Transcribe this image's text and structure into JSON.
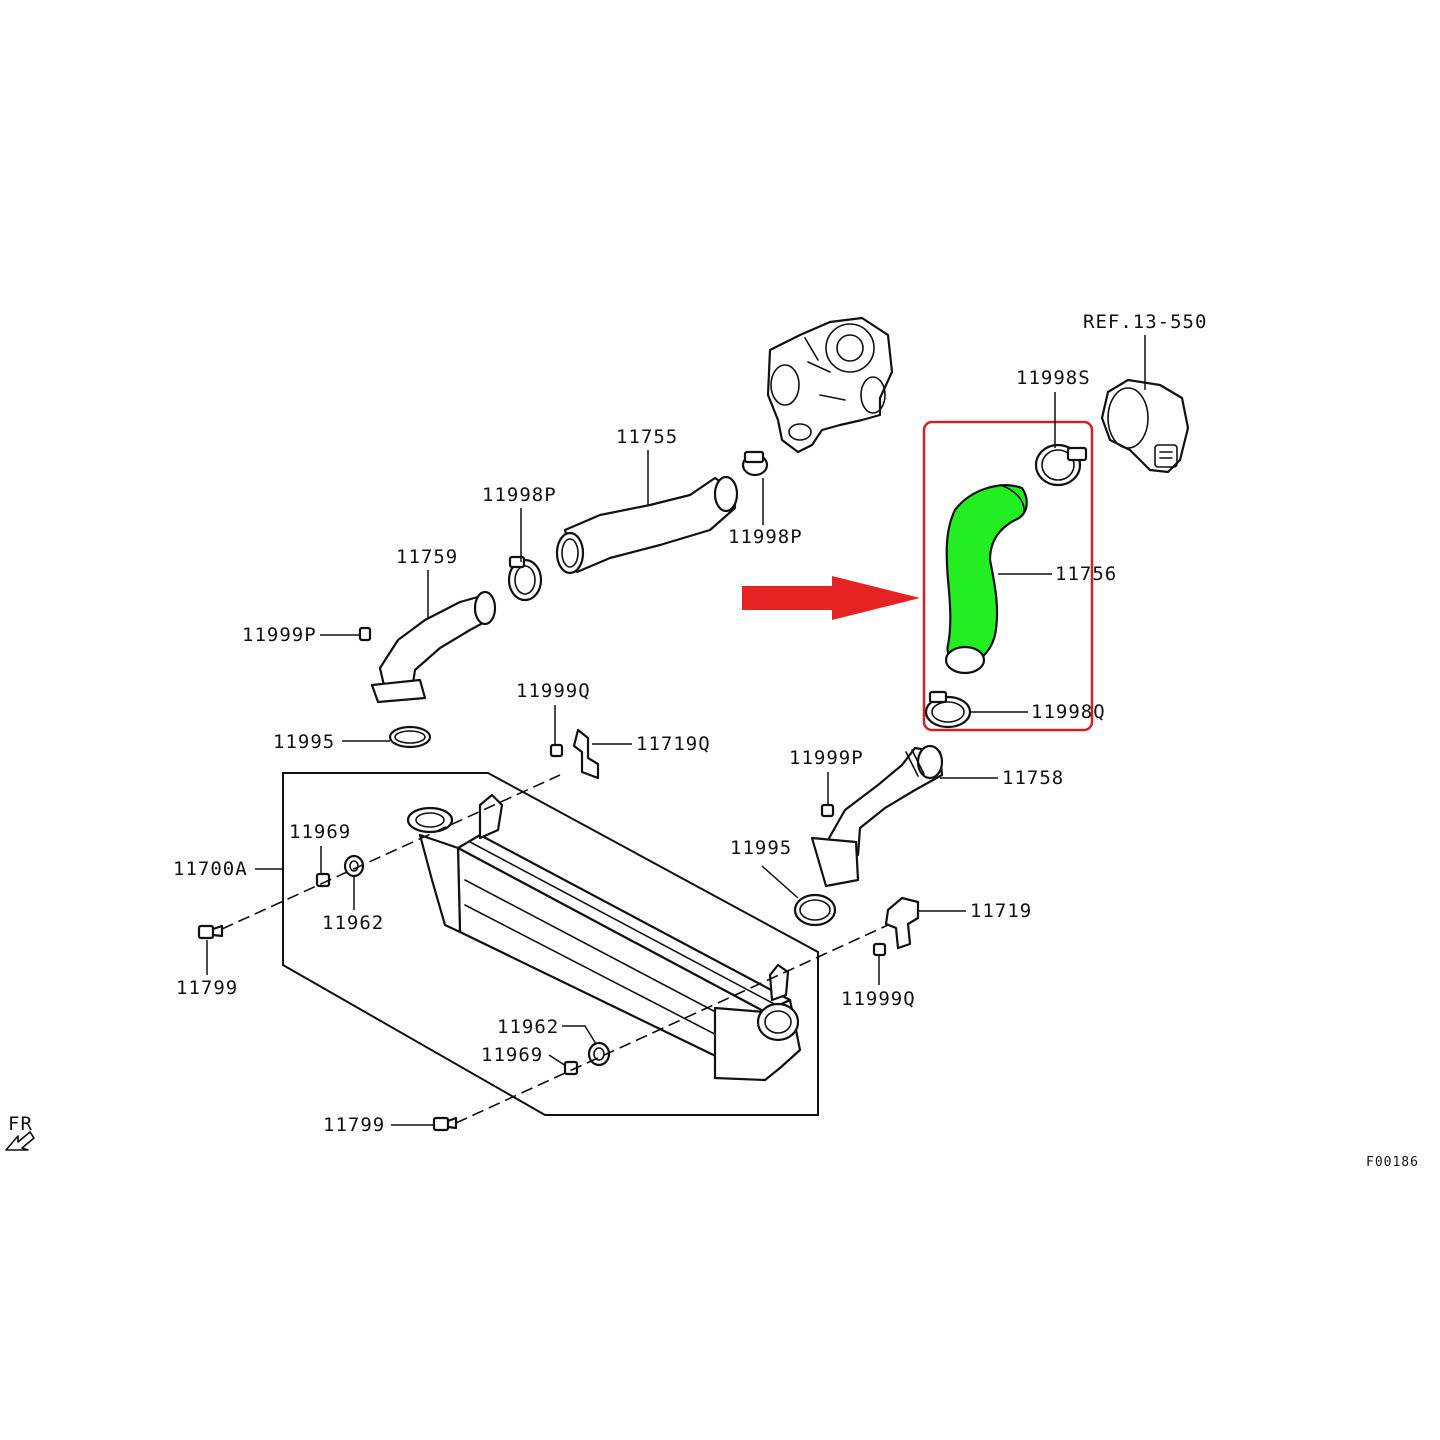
{
  "labels": {
    "ref": "REF.13-550",
    "p11755": "11755",
    "p11998p_top": "11998P",
    "p11998p_right": "11998P",
    "p11998s": "11998S",
    "p11759": "11759",
    "p11756": "11756",
    "p11999p_left": "11999P",
    "p11999q_top": "11999Q",
    "p11998q": "11998Q",
    "p11995_left": "11995",
    "p11719q": "11719Q",
    "p11999p_right": "11999P",
    "p11758": "11758",
    "p11969_top": "11969",
    "p11700a": "11700A",
    "p11962_top": "11962",
    "p11995_right": "11995",
    "p11719": "11719",
    "p11799_left": "11799",
    "p11999q_bottom": "11999Q",
    "p11962_bottom": "11962",
    "p11969_bottom": "11969",
    "p11799_bottom": "11799",
    "fr": "FR",
    "figure_code": "F00186"
  },
  "colors": {
    "highlight_part": "#22ee22",
    "highlight_box": "#cc2222",
    "arrow": "#e62222",
    "line": "#111111"
  },
  "icons": {
    "pointer_arrow": "right-arrow-icon",
    "front_arrow": "front-direction-arrow-icon"
  }
}
